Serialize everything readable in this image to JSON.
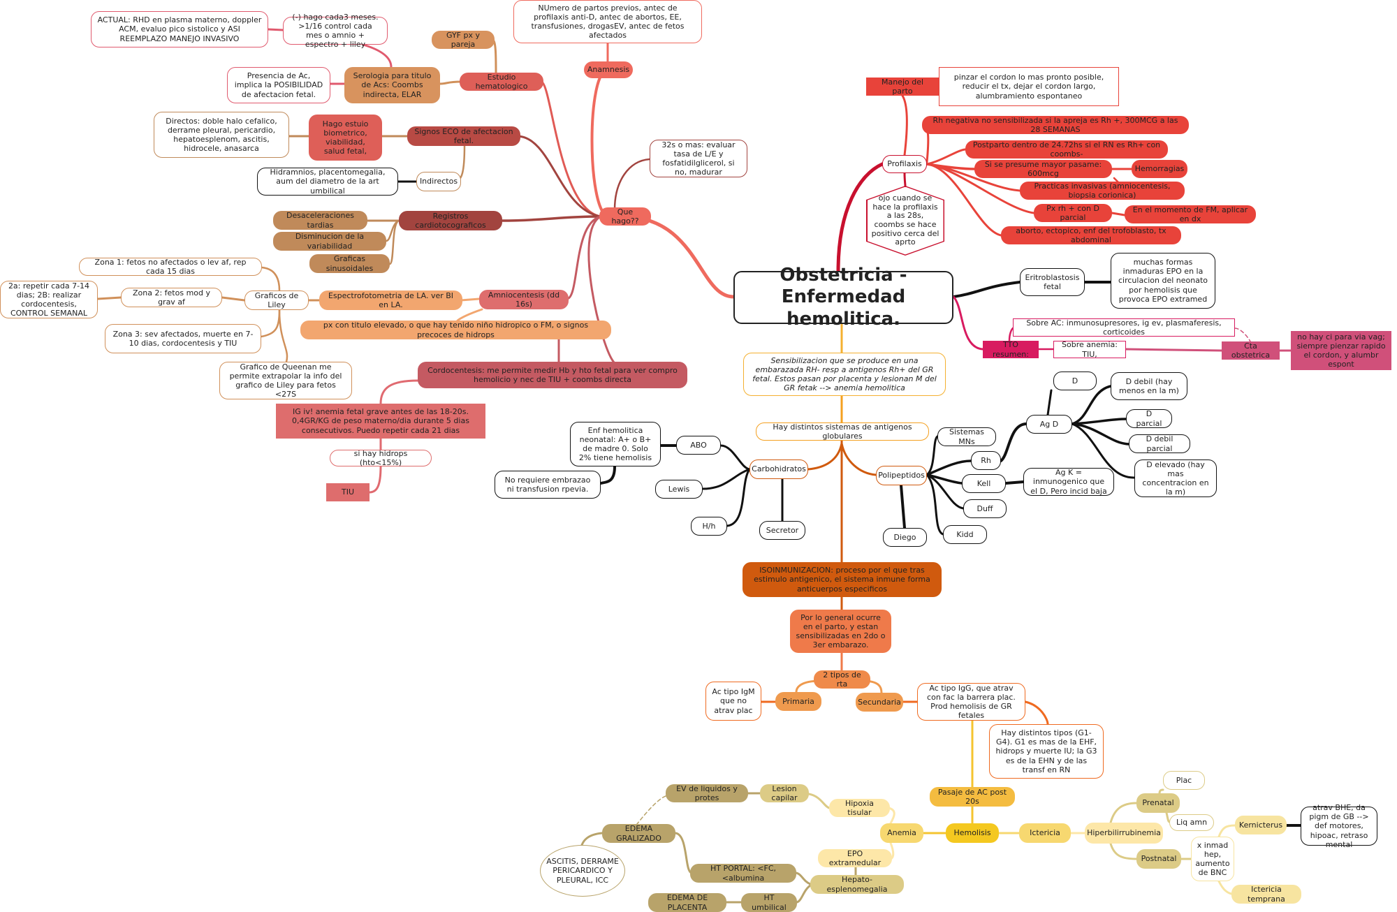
{
  "title": "Obstetricia - Enfermedad hemolitica.",
  "colors": {
    "red_main": "#e8433a",
    "crimson": "#c8102e",
    "salmon": "#ef6a5e",
    "rose": "#c45a62",
    "brick": "#a2443f",
    "tan": "#c08a5a",
    "peach": "#f2a66f",
    "orange_dark": "#d05a0e",
    "orange_mid": "#ef7a4a",
    "orange_light": "#ef9a4e",
    "yellow": "#f4c430",
    "yellow_light": "#fde7a8",
    "olive": "#b8a36a",
    "khaki": "#dccb86",
    "magenta": "#d81b60",
    "pink": "#d0507a"
  },
  "anamnesis": {
    "label": "Anamnesis",
    "detail": "NUmero de partos previos, antec de profilaxis anti-D, antec de abortos, EE, transfusiones, drogasEV, antec de fetos afectados"
  },
  "que_hago": {
    "label": "Que hago??",
    "madurar": "32s o mas: evaluar tasa de L/E y fosfatidilglicerol, si no, madurar"
  },
  "estudio": {
    "label": "Estudio hematologico",
    "gyf": "GYF px y pareja",
    "serologia": "Serologia para titulo de Acs: Coombs indirecta, ELAR",
    "presencia": "Presencia de Ac, implica la POSIBILIDAD de afectacion fetal.",
    "hago": "(-) hago cada3 meses. >1/16 control cada mes o amnio + espectro + liley",
    "actual": "ACTUAL: RHD en plasma materno, doppler ACM, evaluo pico sistolico y ASI REEMPLAZO MANEJO INVASIVO"
  },
  "eco": {
    "label": "Signos ECO de afectacion fetal.",
    "hago_estudio": "Hago estuio biometrico, viabilidad, salud fetal,",
    "directos": "Directos: doble halo cefalico, derrame pleural, pericardio, hepatoesplenom, ascitis, hidrocele, anasarca",
    "indirectos": "Indirectos",
    "hidramnios": "Hidramnios, placentomegalia, aum del diametro de la art umbilical"
  },
  "registros": {
    "label": "Registros cardiotocograficos",
    "items": [
      "Desaceleraciones tardias",
      "Disminucion de la variabilidad",
      "Graficas sinusoidales"
    ]
  },
  "amnio": {
    "label": "Amniocentesis (dd 16s)",
    "espectro": "Espectrofotometria de LA. ver BI en LA.",
    "px_titulo": "px con titulo elevado, o que hay tenido niño hidropico o FM, o signos precoces de hidrops",
    "liley": "Graficos de Liley",
    "zona1": "Zona 1: fetos no afectados o lev af, rep cada 15 dias",
    "zona2": "Zona 2: fetos mod y grav af",
    "zona2_detail": "2a: repetir cada 7-14 dias; 2B: realizar cordocentesis, CONTROL SEMANAL",
    "zona3": "Zona 3: sev afectados, muerte en 7-10 dias, cordocentesis y TIU",
    "queenan": "Grafico de Queenan me permite extrapolar la info del grafico de Liley para fetos <27S"
  },
  "cordo": {
    "label": "Cordocentesis: me permite medir Hb y hto fetal para ver compro hemolicio y nec de TIU + coombs directa",
    "ig": "IG iv! anemia fetal grave antes de las 18-20s. 0,4GR/KG de peso materno/dia durante 5 dias consecutivos. Puedo repetir cada 21 dias",
    "hidrops": "si hay hidrops (hto<15%)",
    "tiu": "TIU"
  },
  "manejo": {
    "label": "Manejo del parto",
    "detail": "pinzar el cordon lo mas pronto posible, reducir el tx, dejar el cordon largo, alumbramiento espontaneo"
  },
  "profilaxis": {
    "label": "Profilaxis",
    "ojo": "ojo cuando se hace la profilaxis a las 28s, coombs se hace positivo cerca del aprto",
    "rh_neg": "Rh negativa no sensibilizada si la apreja es Rh +, 300MCG a las 28 SEMANAS",
    "postparto": "Postparto dentro de 24.72hs si el RN es Rh+ con coombs-",
    "mayor": "Si se presume mayor pasame: 600mcg",
    "hemorragias": "Hemorragias",
    "practicas": "Practicas invasivas (amniocentesis, biopsia corionica)",
    "px_rh": "Px rh + con D parcial",
    "fm": "En el momento de FM, aplicar en dx",
    "aborto": "aborto, ectopico, enf del trofoblasto, tx abdominal"
  },
  "eritro": {
    "label": "Eritroblastosis fetal",
    "detail": "muchas formas inmaduras EPO en la circulacion del neonato por hemolisis que provoca EPO extramed"
  },
  "tto": {
    "label": "TTO resumen:",
    "sobre_ac": "Sobre AC: inmunosupresores, ig ev, plasmaferesis, corticoides",
    "sobre_anemia": "Sobre anemia: TIU,",
    "cta": "Cta obstetrica",
    "cta_detail": "no hay ci para via vag; siempre pienzar rapido el cordon, y alumbr espont"
  },
  "sensib": "Sensibilizacion que se produce en una embarazada RH- resp a antigenos Rh+ del GR fetal. Estos pasan por placenta y lesionan M del GR fetak --> anemia hemolitica",
  "sistemas": {
    "label": "Hay distintos sistemas de antigenos globulares",
    "carbo": "Carbohidratos",
    "abo": "ABO",
    "enf_hemo": "Enf hemolitica neonatal: A+ o B+ de madre 0. Solo 2% tiene hemolisis",
    "no_requiere": "No requiere embrazao ni transfusion rpevia.",
    "lewis": "Lewis",
    "hh": "H/h",
    "secretor": "Secretor",
    "poli": "Polipeptidos",
    "mns": "Sistemas MNs",
    "rh": "Rh",
    "kell": "Kell",
    "duff": "Duff",
    "kidd": "Kidd",
    "diego": "Diego",
    "agk": "Ag K = inmunogenico que el D, Pero incid baja",
    "agd": "Ag D",
    "d": "D",
    "d_debil": "D debil (hay menos en la m)",
    "d_parcial": "D parcial",
    "d_debil_parcial": "D debil parcial",
    "d_elevado": "D elevado (hay mas concentracion en la m)"
  },
  "iso": {
    "label": "ISOINMUNIZACION: proceso por el que tras estimulo antigenico, el sistema inmune forma anticuerpos especificos",
    "general": "Por lo general ocurre en el parto, y estan sensibilizadas en 2do o 3er embarazo.",
    "tipos": "2 tipos de rta",
    "primaria": "Primaria",
    "igm": "Ac tipo IgM que no atrav plac",
    "secundaria": "Secundaria",
    "igg": "Ac tipo IgG, que atrav con fac la barrera plac. Prod hemolisis de GR fetales",
    "g1g4": "Hay distintos tipos (G1-G4). G1 es mas de la EHF, hidrops y muerte IU; la G3 es de la EHN y de las transf en RN",
    "pasaje": "Pasaje de AC post 20s"
  },
  "hemolisis": {
    "label": "Hemolisis",
    "anemia": "Anemia",
    "hipoxia": "Hipoxia tisular",
    "lesion": "Lesion capilar",
    "ev": "EV de liquidos y protes",
    "edema": "EDEMA GRALIZADO",
    "ascitis": "ASCITIS, DERRAME PERICARDICO Y PLEURAL, ICC",
    "epo": "EPO extramedular",
    "hepato": "Hepato-esplenomegalia",
    "ht_portal": "HT PORTAL: <FC, <albumina",
    "ht_umb": "HT umbilical",
    "edema_plac": "EDEMA DE PLACENTA",
    "ictericia": "Ictericia",
    "hiperbili": "Hiperbilirrubinemia",
    "prenatal": "Prenatal",
    "plac": "Plac",
    "liq": "Liq amn",
    "postnatal": "Postnatal",
    "inmad": "x inmad hep, aumento de BNC",
    "kern": "Kernicterus",
    "kern_detail": "atrav BHE, da pigm de GB --> def motores, hipoac, retraso mental",
    "temprana": "Ictericia temprana"
  }
}
